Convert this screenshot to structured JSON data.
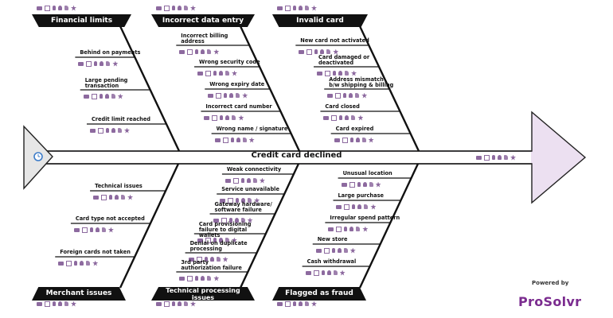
{
  "problem": "Credit card declined",
  "colors": {
    "accent": "#8d6a9f",
    "head_fill": "#ece0f1",
    "brand": "#7b2c8f",
    "title_bg": "#111111"
  },
  "footer": {
    "powered_by": "Powered by",
    "brand": "ProSolvr"
  },
  "icon_names": [
    "folder-icon",
    "external-link-icon",
    "lightbulb-icon",
    "person-icon",
    "hand-icon",
    "star-icon"
  ],
  "categories": [
    {
      "title": "Financial limits",
      "position": "top",
      "causes": [
        "Behind on payments",
        "Large pending transaction",
        "Credit limit reached"
      ]
    },
    {
      "title": "Incorrect data entry",
      "position": "top",
      "causes": [
        "Incorrect billing address",
        "Wrong security code",
        "Wrong expiry date",
        "Incorrect card number",
        "Wrong name / signature"
      ]
    },
    {
      "title": "Invalid card",
      "position": "top",
      "causes": [
        "New card not activated",
        "Card damaged or deactivated",
        "Address mismatch b/w shipping & billing",
        "Card closed",
        "Card expired"
      ]
    },
    {
      "title": "Merchant issues",
      "position": "bottom",
      "causes": [
        "Technical issues",
        "Card type not accepted",
        "Foreign cards not taken"
      ]
    },
    {
      "title": "Technical processing issues",
      "position": "bottom",
      "causes": [
        "Weak connectivity",
        "Service unavailable",
        "Gateway hardware/ software failure",
        "Card provisioning failure to digital wallets",
        "Denial on duplicate processing",
        "3rd party authorization failure"
      ]
    },
    {
      "title": "Flagged as fraud",
      "position": "bottom",
      "causes": [
        "Unusual location",
        "Large purchase",
        "Irregular spend pattern",
        "New store",
        "Cash withdrawal"
      ]
    }
  ]
}
